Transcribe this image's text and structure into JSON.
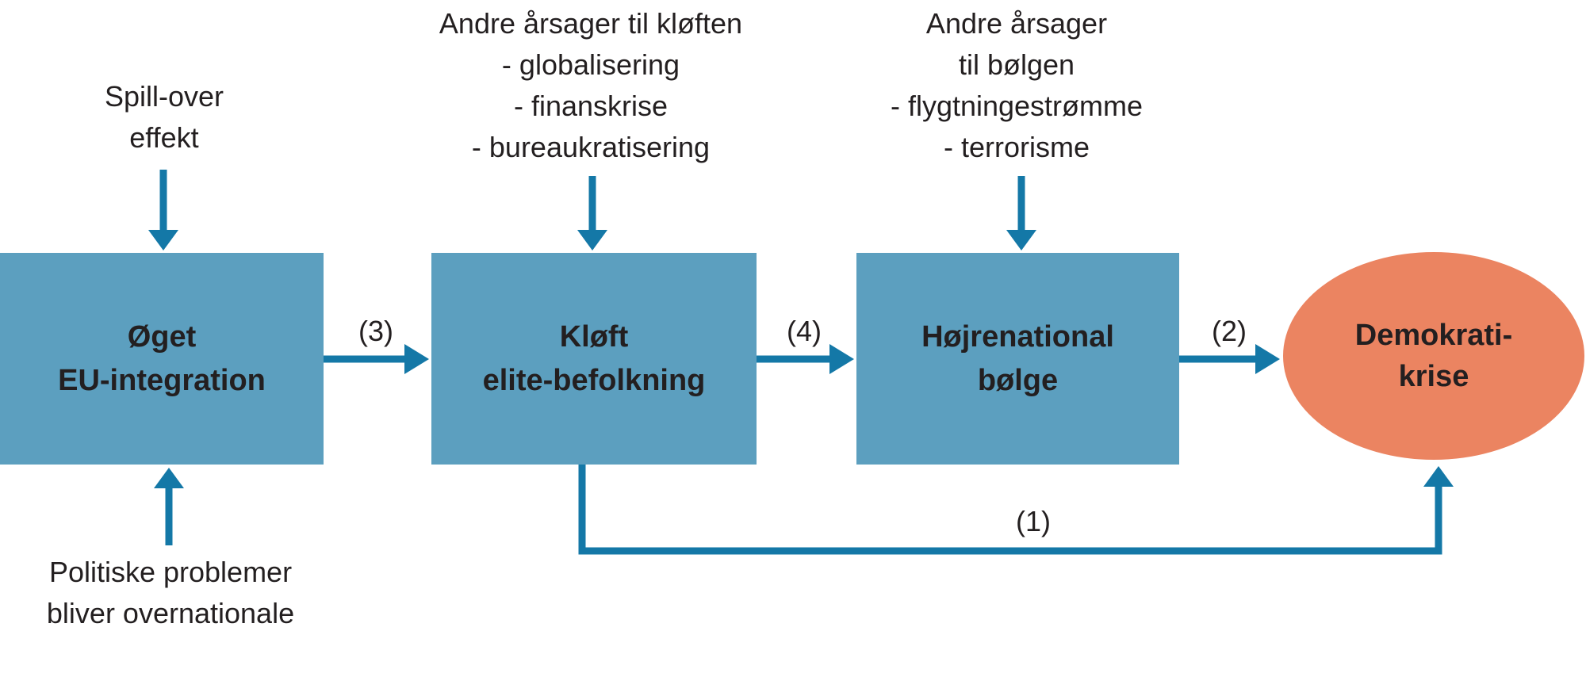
{
  "diagram": {
    "colors": {
      "box": "#5c9fbf",
      "arrow": "#1478a7",
      "ellipse": "#eb8461",
      "text": "#231f20",
      "bg": "#ffffff"
    },
    "annotations": {
      "spillover": "Spill-over\neffekt",
      "cleft_causes": "Andre årsager til kløften\n- globalisering\n- finanskrise\n- bureaukratisering",
      "wave_causes": "Andre årsager\ntil bølgen\n- flygtningestrømme\n- terrorisme",
      "political_problems": "Politiske problemer\nbliver overnationale"
    },
    "nodes": {
      "eu_integration": "Øget\nEU-integration",
      "cleft": "Kløft\nelite-befolkning",
      "wave": "Højrenational\nbølge",
      "crisis": "Demokrati-\nkrise"
    },
    "arrow_labels": {
      "one": "(1)",
      "two": "(2)",
      "three": "(3)",
      "four": "(4)"
    }
  }
}
